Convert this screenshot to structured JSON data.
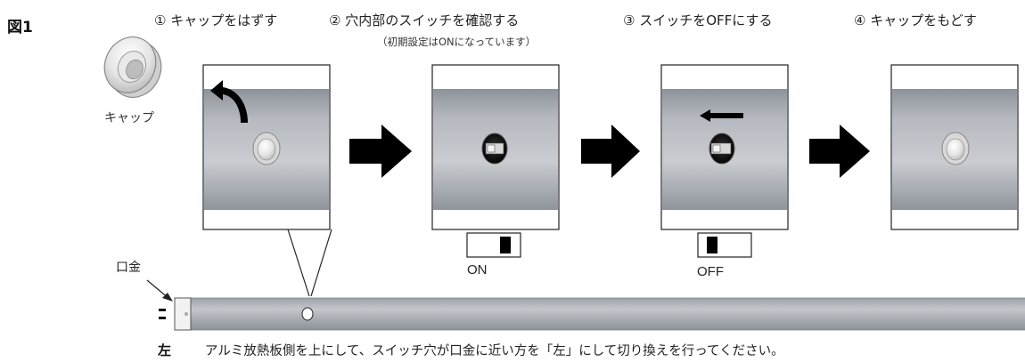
{
  "figure_label": "図1",
  "steps": [
    {
      "number": "①",
      "title": "キャップをはずす"
    },
    {
      "number": "②",
      "title": "穴内部のスイッチを確認する",
      "note": "（初期設定はONになっています）"
    },
    {
      "number": "③",
      "title": "スイッチをOFFにする"
    },
    {
      "number": "④",
      "title": "キャップをもどす"
    }
  ],
  "cap_label": "キャップ",
  "switch_on_label": "ON",
  "switch_off_label": "OFF",
  "kuchigane_label": "口金",
  "left_label": "左",
  "footer_note": "アルミ放熱板側を上にして、スイッチ穴が口金に近い方を「左」にして切り換えを行ってください。",
  "colors": {
    "tube_gray": "#a9adb4",
    "arrow": "#000000",
    "panel_border": "#222222"
  }
}
